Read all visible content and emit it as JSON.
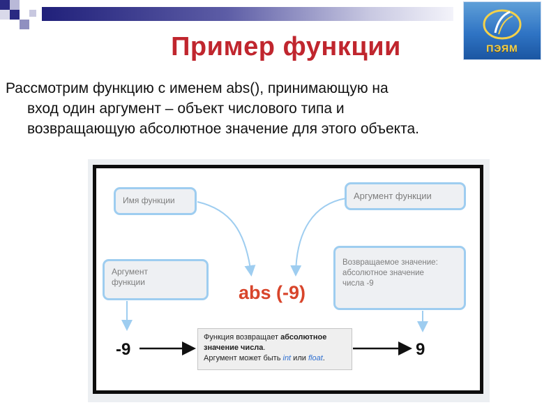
{
  "slide": {
    "title": "Пример функции",
    "paragraph": {
      "line1": "Рассмотрим функцию с именем abs(), принимающую на",
      "line2": "вход один аргумент – объект числового типа и",
      "line3": "возвращающую абсолютное значение для этого объекта."
    },
    "logo_text": "ПЭЯМ"
  },
  "diagram": {
    "box_function_name": "Имя функции",
    "box_argument_right": "Аргумент функции",
    "box_argument_left_line1": "Аргумент",
    "box_argument_left_line2": "функции",
    "box_return_line1": "Возвращаемое значение:",
    "box_return_line2": "абсолютное значение",
    "box_return_line3": "числа -9",
    "call_expression": "abs (-9)",
    "input_value": "-9",
    "output_value": "9",
    "description": {
      "part1": "Функция возвращает ",
      "part1_bold": "абсолютное",
      "part2_bold": "значение числа",
      "part2_end": ".",
      "part3": "Аргумент может быть ",
      "type_int": "int",
      "part3_mid": " или ",
      "type_float": "float",
      "part3_end": "."
    }
  },
  "colors": {
    "title": "#c0262e",
    "call_expression": "#d8452b",
    "box_border": "#9ecdf0",
    "arrow_light": "#9ecdf0",
    "gradient_bar_start": "#20207a"
  }
}
